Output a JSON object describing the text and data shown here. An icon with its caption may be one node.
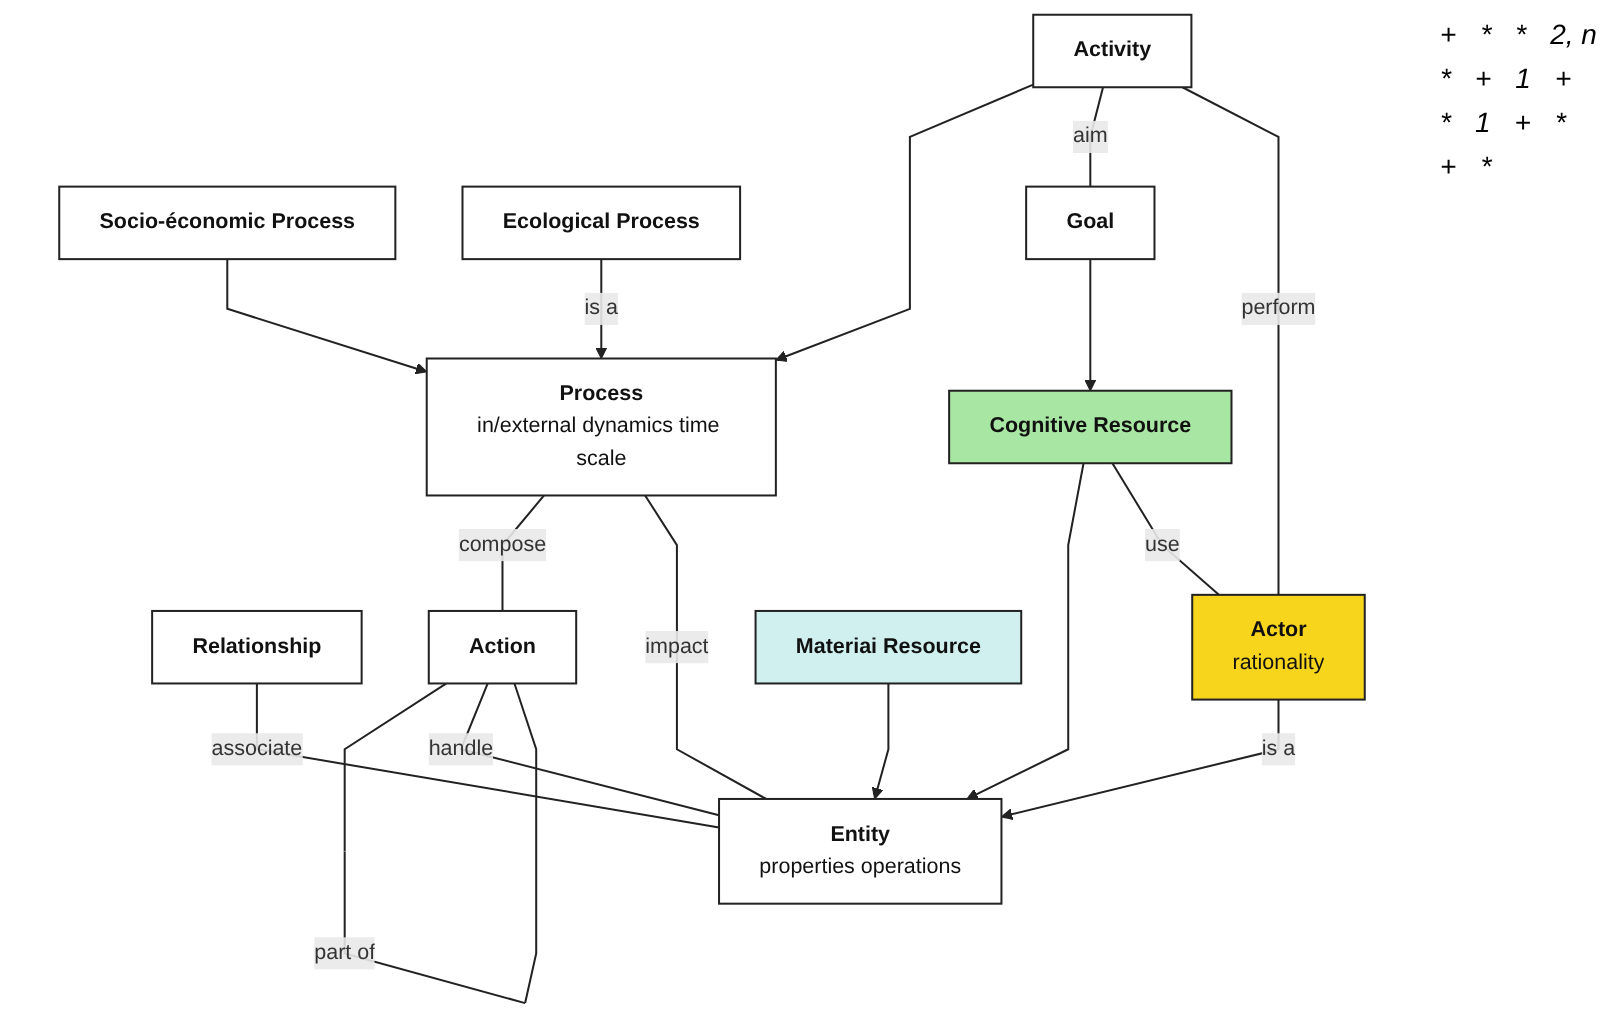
{
  "diagram": {
    "nodes": [
      {
        "text": [
          "Process",
          "in/external dynamics time scale"
        ]
      },
      {
        "text": [
          "Relationship"
        ]
      },
      {
        "text": [
          "Socio-économic Process"
        ]
      },
      {
        "text": [
          "Ecological Process"
        ]
      },
      {
        "text": [
          "Activity"
        ]
      },
      {
        "text": [
          "Entity",
          "properties operations"
        ]
      },
      {
        "text": [
          "Goal"
        ]
      },
      {
        "text": [
          "Action"
        ]
      },
      {
        "text": [
          "Cognitive Resource"
        ]
      },
      {
        "text": [
          "Actor",
          "rationality"
        ]
      },
      {
        "text": [
          "Materiai Resource"
        ]
      }
    ],
    "edges": [
      {
        "from": 2,
        "to": 0,
        "arrow": "to"
      },
      {
        "from": 3,
        "to": 0,
        "arrow": "to",
        "label": "is a"
      },
      {
        "from": 4,
        "to": 0,
        "arrow": "to"
      },
      {
        "from": 0,
        "to": 7,
        "arrow": "none",
        "label": "compose"
      },
      {
        "from": 0,
        "to": 5,
        "arrow": "none",
        "label": "impact"
      },
      {
        "from": 1,
        "to": 5,
        "arrow": "none",
        "label": "associate"
      },
      {
        "from": 4,
        "to": 6,
        "arrow": "none",
        "label": "aim"
      },
      {
        "from": 4,
        "to": 9,
        "arrow": "none",
        "label": "perform"
      },
      {
        "from": 7,
        "to": 7,
        "arrow": "none",
        "label": "part of"
      },
      {
        "from": 6,
        "to": 8,
        "arrow": "to"
      },
      {
        "from": 8,
        "to": 5,
        "arrow": "to"
      },
      {
        "from": 9,
        "to": 5,
        "arrow": "to",
        "label": "is a"
      },
      {
        "from": 10,
        "to": 5,
        "arrow": "to"
      },
      {
        "from": 8,
        "to": 9,
        "arrow": "none",
        "label": "use"
      },
      {
        "from": 7,
        "to": 5,
        "arrow": "none",
        "label": "handle"
      }
    ],
    "labels": [
      "+",
      "*",
      "*",
      "2, n",
      "*",
      "+",
      "1",
      "+",
      "*",
      "1",
      "+",
      "*",
      "+",
      "*"
    ]
  }
}
